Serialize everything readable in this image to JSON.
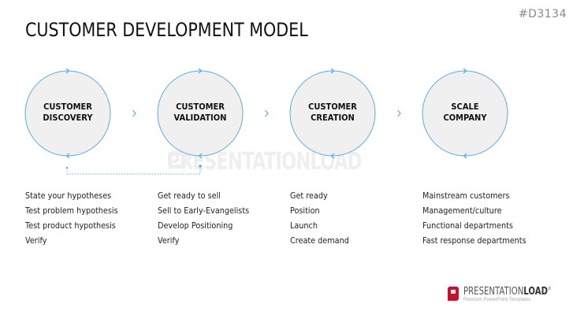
{
  "slide": {
    "code": "#D3134",
    "title": "CUSTOMER DEVELOPMENT MODEL"
  },
  "colors": {
    "accent": "#5aa9e6",
    "circle_fill": "#f0f0f0",
    "text": "#222222",
    "logo_red": "#c8102e"
  },
  "stages": [
    {
      "line1": "CUSTOMER",
      "line2": "DISCOVERY",
      "items": [
        "State your hypotheses",
        "Test problem hypothesis",
        "Test product hypothesis",
        "Verify"
      ]
    },
    {
      "line1": "CUSTOMER",
      "line2": "VALIDATION",
      "items": [
        "Get ready to sell",
        "Sell to Early-Evangelists",
        "Develop Positioning",
        "Verify"
      ]
    },
    {
      "line1": "CUSTOMER",
      "line2": "CREATION",
      "items": [
        "Get ready",
        "Position",
        "Launch",
        "Create demand"
      ]
    },
    {
      "line1": "SCALE",
      "line2": "COMPANY",
      "items": [
        "Mainstream customers",
        "Management/culture",
        "Functional departments",
        "Fast response departments"
      ]
    }
  ],
  "icons": {
    "cycle_arrow": "chevron-icon",
    "between_arrow": "chevron-right-icon",
    "feedback": "dashed-loop-connector"
  },
  "watermark": {
    "text": "PRESENTATIONLOAD"
  },
  "logo": {
    "brand_light": "PRESENTATION",
    "brand_bold": "LOAD",
    "registered": "®",
    "tagline": "Premium PowerPoint Templates"
  }
}
